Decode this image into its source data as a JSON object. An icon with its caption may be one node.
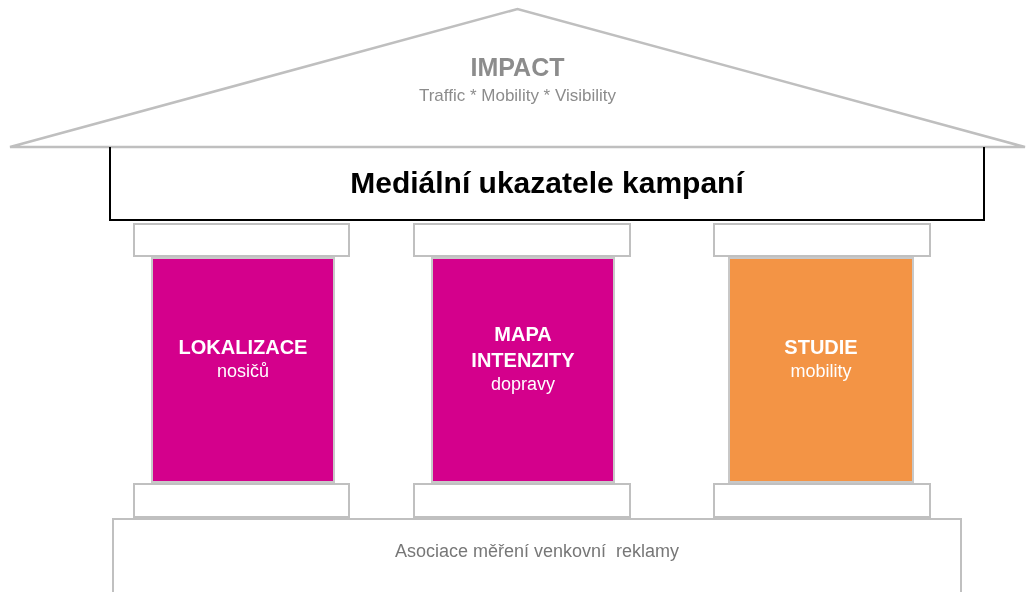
{
  "diagram": {
    "nodes": [
      {
        "text": [
          "IMPACT",
          "Traffic * Mobility * Visibility"
        ]
      },
      {
        "text": [
          "Mediální ukazatele kampaní"
        ]
      },
      {
        "text": [],
        "shape": "box"
      },
      {
        "text": [],
        "shape": "box"
      },
      {
        "text": [],
        "shape": "box"
      },
      {
        "text": [
          "LOKALIZACE",
          "nosičů"
        ]
      },
      {
        "text": [
          "MAPA INTENZITY",
          "dopravy"
        ]
      },
      {
        "text": [
          "STUDIE",
          "mobility"
        ]
      },
      {
        "text": [],
        "shape": "box"
      },
      {
        "text": [],
        "shape": "box"
      },
      {
        "text": [],
        "shape": "box"
      },
      {
        "text": [
          "Asociace měření venkovní  reklamy"
        ]
      }
    ]
  }
}
